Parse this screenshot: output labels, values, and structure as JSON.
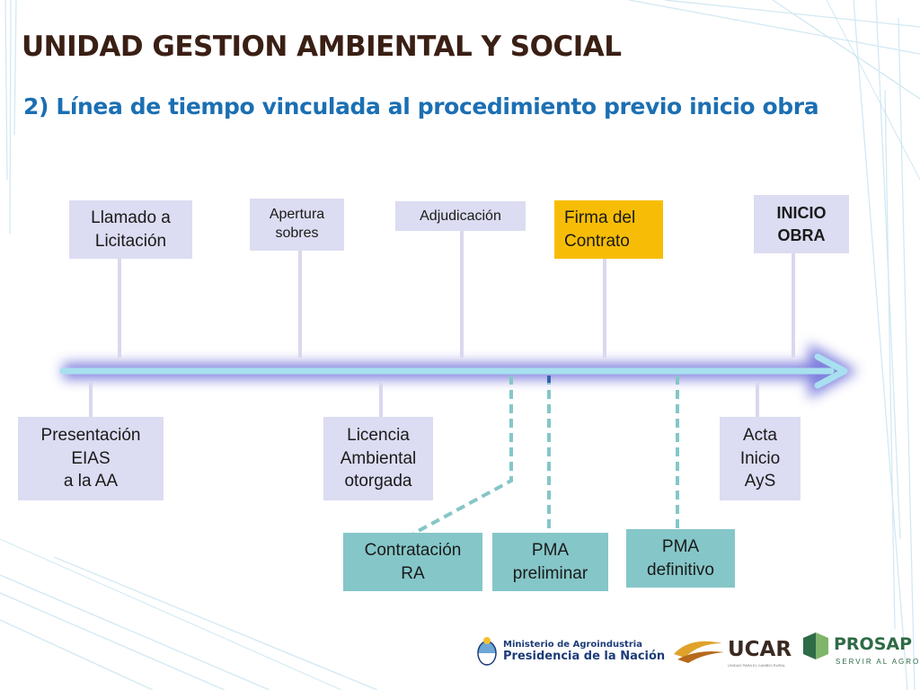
{
  "slide": {
    "title": "UNIDAD GESTION AMBIENTAL Y SOCIAL",
    "subtitle": "2) Línea de tiempo vinculada al procedimiento previo inicio obra"
  },
  "timeline": {
    "above": [
      {
        "label": "Llamado a\nLicitación"
      },
      {
        "label": "Apertura\nsobres"
      },
      {
        "label": "Adjudicación"
      },
      {
        "label": "Firma del\nContrato"
      },
      {
        "label": "INICIO\nOBRA"
      }
    ],
    "below": [
      {
        "label": "Presentación\nEIAS\na la AA"
      },
      {
        "label": "Licencia\nAmbiental\notorgada"
      },
      {
        "label": "Acta\nInicio\nAyS"
      }
    ],
    "teal": [
      {
        "label": "Contratación\nRA"
      },
      {
        "label": "PMA\npreliminar"
      },
      {
        "label": "PMA\ndefinitivo"
      }
    ]
  },
  "footer": {
    "ministry_line1": "Ministerio de Agroindustria",
    "ministry_line2": "Presidencia de la Nación",
    "ucar_name": "UCAR",
    "ucar_tagline": "UNIDAD PARA EL CAMBIO RURAL",
    "prosap_name": "PROSAP",
    "prosap_tagline": "SERVIR AL AGRO"
  },
  "colors": {
    "title": "#3a1f14",
    "subtitle": "#1b6fb3",
    "box_lavender": "#dcdcf2",
    "box_teal": "#85c6c8",
    "box_gold": "#f7bd06",
    "arrow": "#a8e0ef",
    "arrow_glow": "#6b6bd8"
  }
}
